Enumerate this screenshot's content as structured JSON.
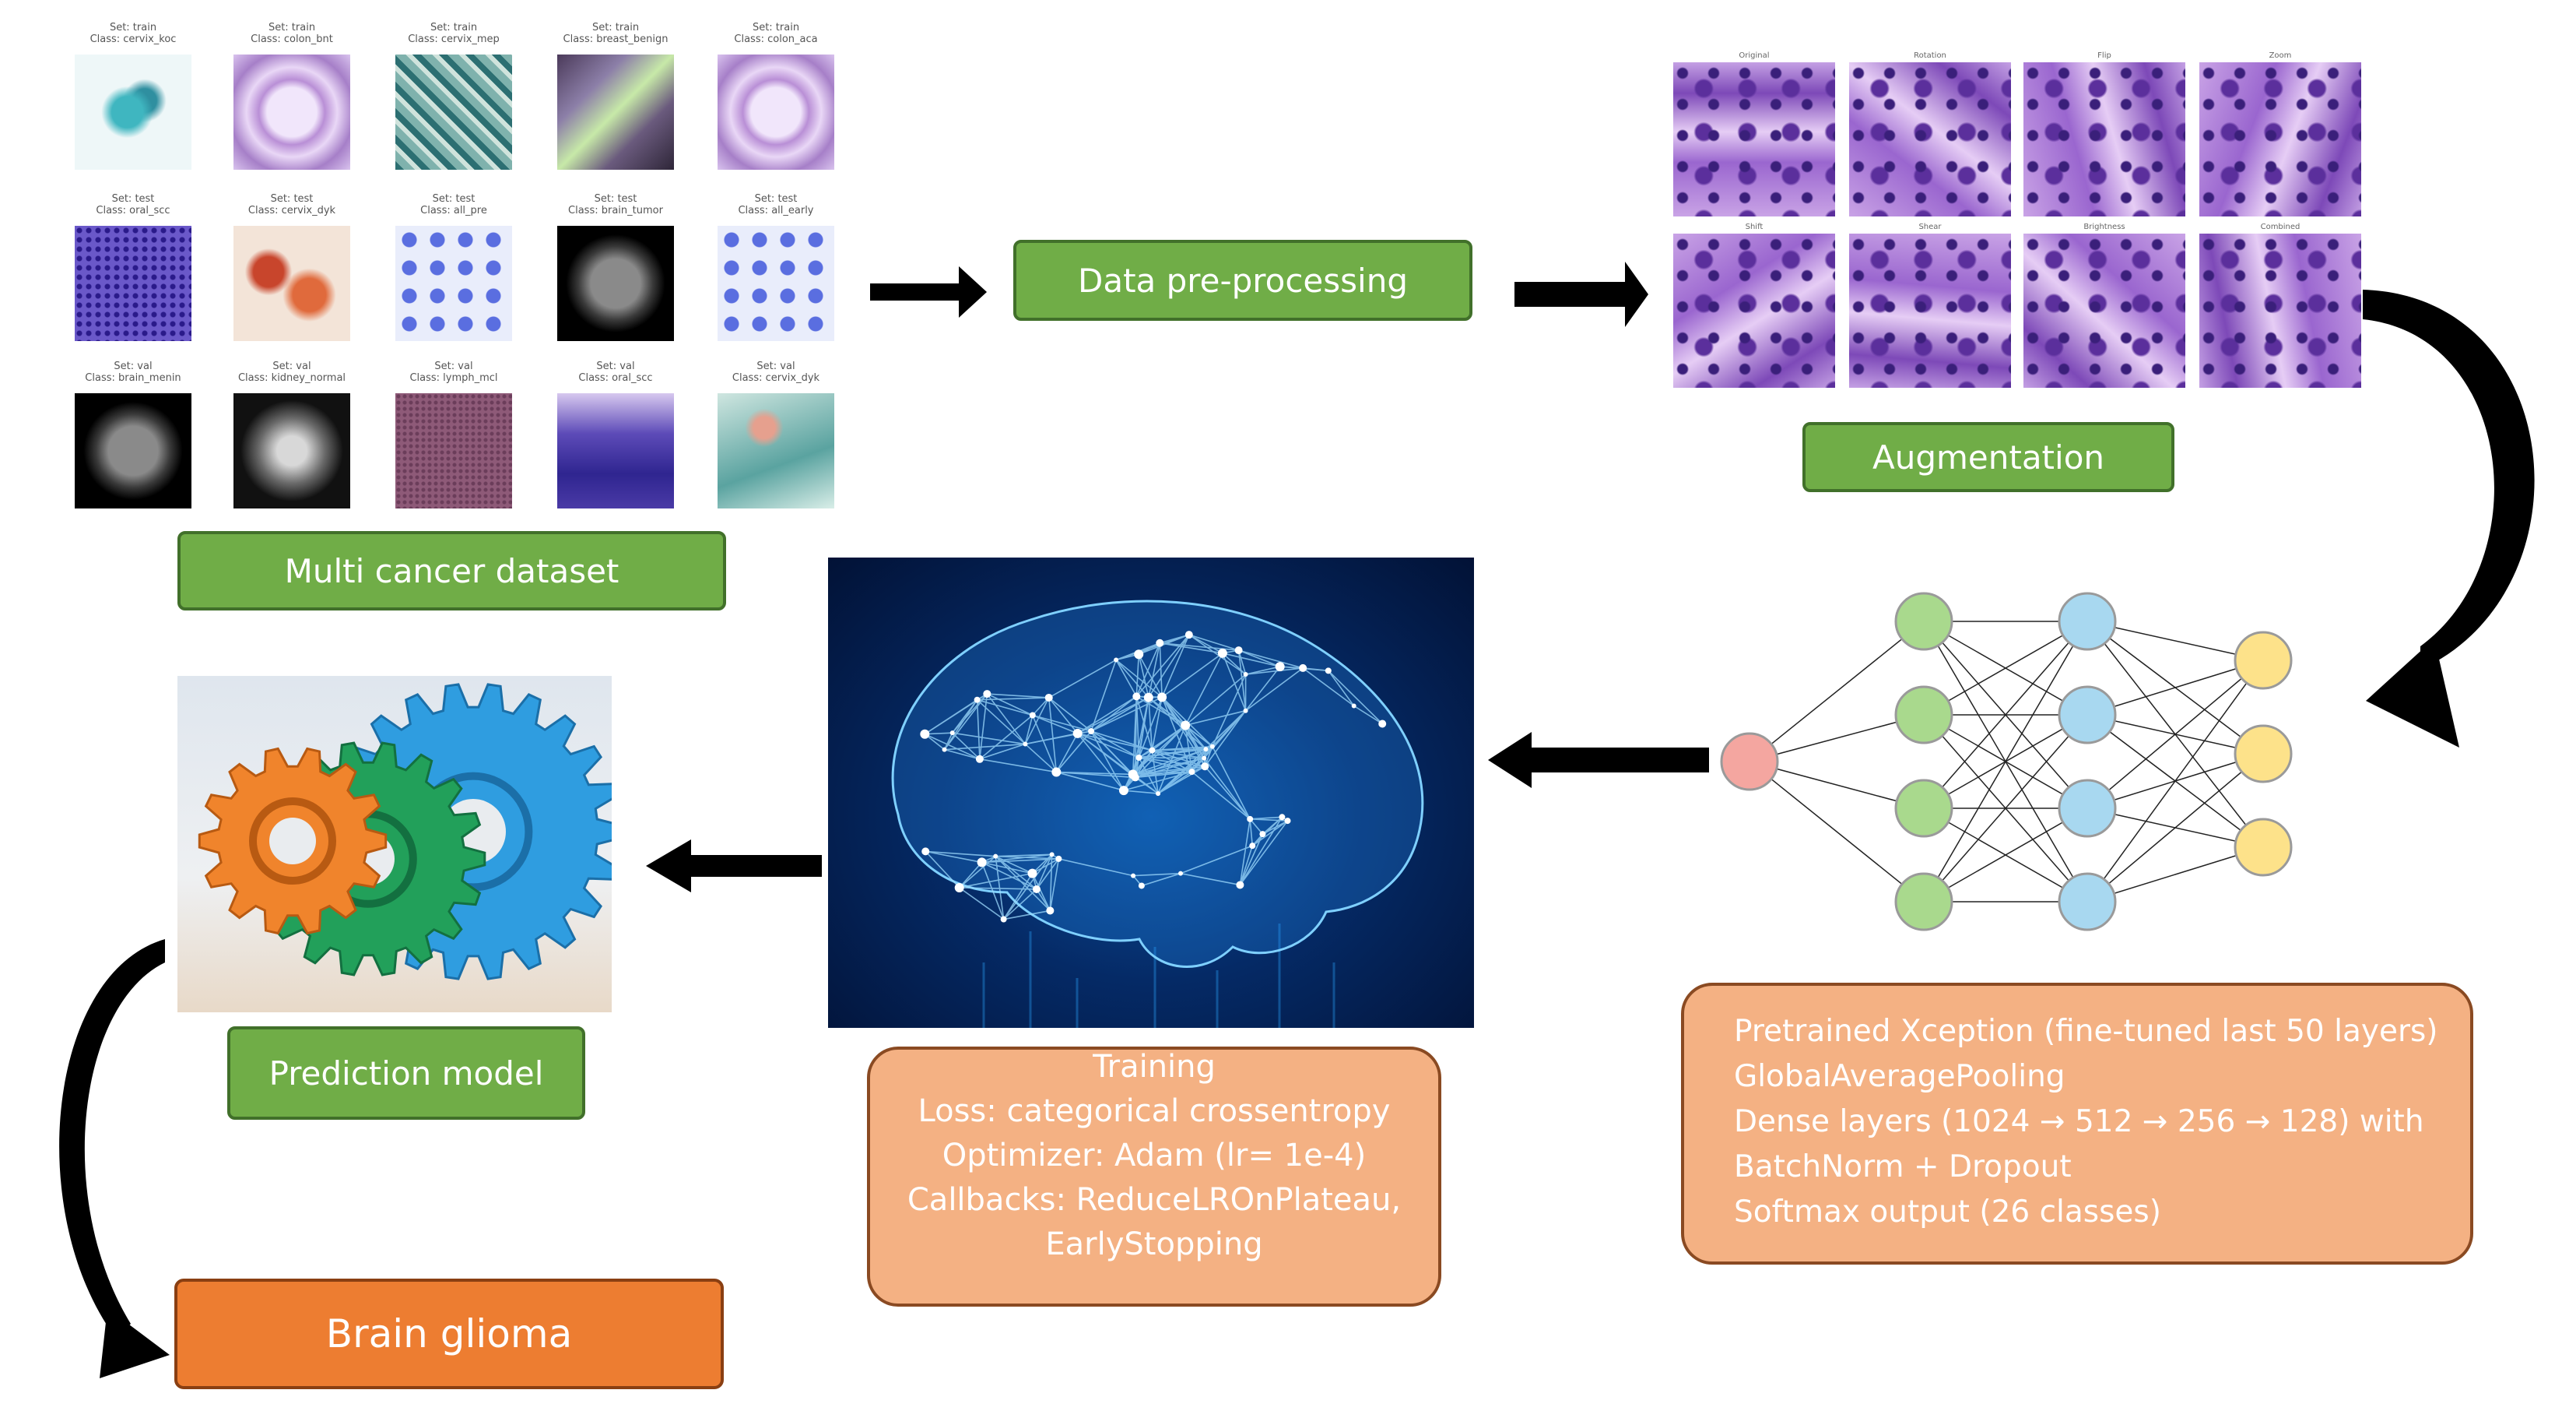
{
  "steps": {
    "dataset": "Multi cancer dataset",
    "preprocessing": "Data pre-processing",
    "augmentation": "Augmentation",
    "prediction": "Prediction model",
    "result": "Brain glioma"
  },
  "model_box": {
    "lines": [
      "Pretrained Xception (fine-tuned last 50 layers)",
      "GlobalAveragePooling",
      "Dense layers (1024 → 512 → 256 → 128) with",
      "BatchNorm + Dropout",
      "Softmax output (26 classes)"
    ]
  },
  "training_box": {
    "lines": [
      "Training",
      "Loss: categorical crossentropy",
      "Optimizer: Adam (lr= 1e-4)",
      "Callbacks: ReduceLROnPlateau,",
      "EarlyStopping"
    ]
  },
  "dataset_thumbnails": [
    {
      "set": "Set: train",
      "cls": "Class: cervix_koc",
      "style": "teal-cells"
    },
    {
      "set": "Set: train",
      "cls": "Class: colon_bnt",
      "style": "purple-gland"
    },
    {
      "set": "Set: train",
      "cls": "Class: cervix_mep",
      "style": "teal-tissue"
    },
    {
      "set": "Set: train",
      "cls": "Class: breast_benign",
      "style": "breast"
    },
    {
      "set": "Set: train",
      "cls": "Class: colon_aca",
      "style": "purple-gland"
    },
    {
      "set": "Set: test",
      "cls": "Class: oral_scc",
      "style": "dense-purple"
    },
    {
      "set": "Set: test",
      "cls": "Class: cervix_dyk",
      "style": "red-cells"
    },
    {
      "set": "Set: test",
      "cls": "Class: all_pre",
      "style": "blue-cells"
    },
    {
      "set": "Set: test",
      "cls": "Class: brain_tumor",
      "style": "mri"
    },
    {
      "set": "Set: test",
      "cls": "Class: all_early",
      "style": "blue-cells"
    },
    {
      "set": "Set: val",
      "cls": "Class: brain_menin",
      "style": "mri"
    },
    {
      "set": "Set: val",
      "cls": "Class: kidney_normal",
      "style": "ct"
    },
    {
      "set": "Set: val",
      "cls": "Class: lymph_mcl",
      "style": "mauve"
    },
    {
      "set": "Set: val",
      "cls": "Class: oral_scc",
      "style": "purple-layer"
    },
    {
      "set": "Set: val",
      "cls": "Class: cervix_dyk",
      "style": "teal-light"
    }
  ],
  "augmentation_captions": [
    "Original",
    "Rotation",
    "Flip",
    "Zoom",
    "Shift",
    "Shear",
    "Brightness",
    "Combined"
  ],
  "colors": {
    "green_fill": "#70ad47",
    "green_border": "#41702a",
    "peach_fill": "#f4b183",
    "orange_fill": "#ed7d31",
    "node_input": "#f4a6a0",
    "node_hidden1": "#a9d98d",
    "node_hidden2": "#a8d8f0",
    "node_output": "#fde28a"
  }
}
